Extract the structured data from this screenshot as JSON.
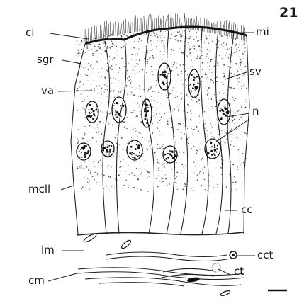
{
  "figure": {
    "number": "21",
    "labels": {
      "ci": "ci",
      "mi": "mi",
      "sgr": "sgr",
      "sv": "sv",
      "va": "va",
      "n": "n",
      "mcll": "mcll",
      "cc": "cc",
      "lm": "lm",
      "cct": "cct",
      "cm": "cm",
      "ct": "ct"
    }
  }
}
